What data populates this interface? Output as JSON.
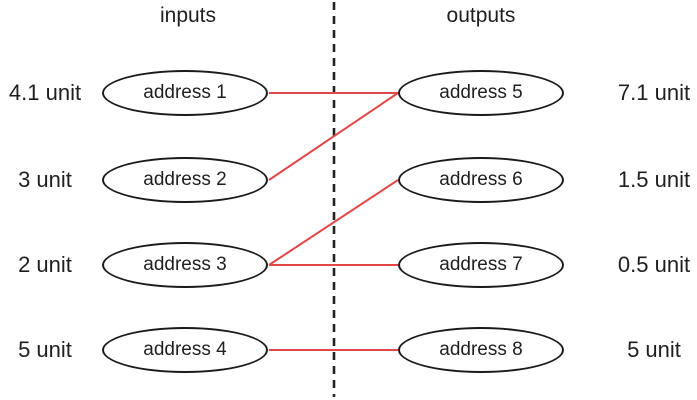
{
  "diagram": {
    "left_header": "inputs",
    "right_header": "outputs",
    "inputs": [
      {
        "id": 1,
        "label": "address 1",
        "unit": "4.1 unit"
      },
      {
        "id": 2,
        "label": "address 2",
        "unit": "3 unit"
      },
      {
        "id": 3,
        "label": "address 3",
        "unit": "2 unit"
      },
      {
        "id": 4,
        "label": "address 4",
        "unit": "5 unit"
      }
    ],
    "outputs": [
      {
        "id": 5,
        "label": "address 5",
        "unit": "7.1 unit"
      },
      {
        "id": 6,
        "label": "address 6",
        "unit": "1.5 unit"
      },
      {
        "id": 7,
        "label": "address 7",
        "unit": "0.5 unit"
      },
      {
        "id": 8,
        "label": "address 8",
        "unit": "5 unit"
      }
    ],
    "connections": [
      {
        "from": "address 1",
        "to": "address 5"
      },
      {
        "from": "address 2",
        "to": "address 5"
      },
      {
        "from": "address 3",
        "to": "address 6"
      },
      {
        "from": "address 3",
        "to": "address 7"
      },
      {
        "from": "address 4",
        "to": "address 8"
      }
    ],
    "colors": {
      "connection": "#e14747",
      "node_stroke": "#1a1a1a",
      "divider": "#222222",
      "text": "#1f1f1f"
    }
  }
}
